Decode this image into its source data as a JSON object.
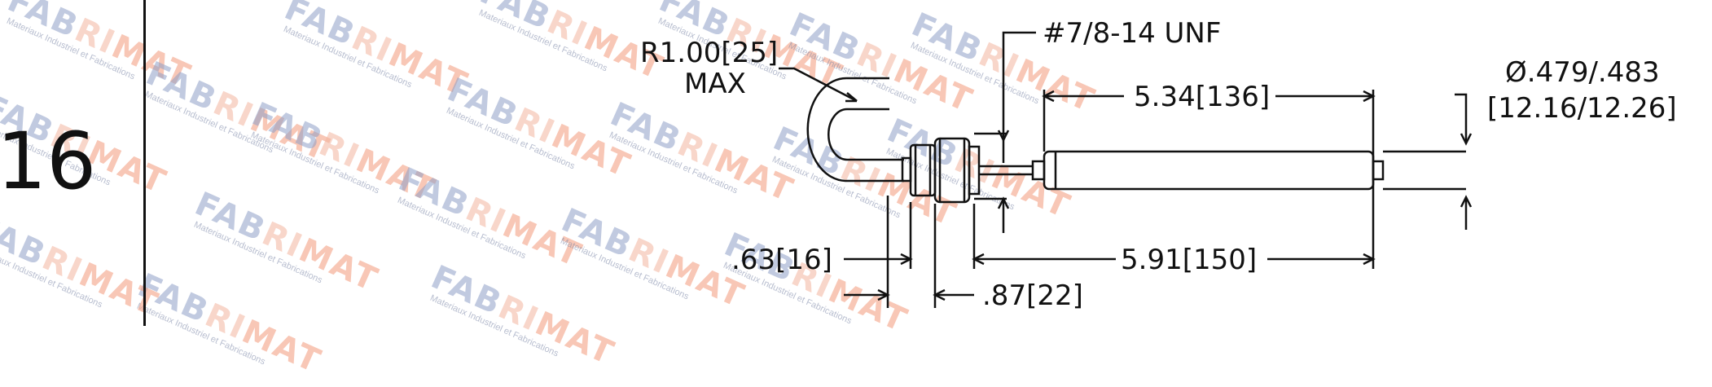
{
  "item_number": "16",
  "watermark": {
    "brand_left": "FAB",
    "brand_mid": "RI",
    "brand_right": "MAT",
    "tagline": "Materiaux Industriel et Fabrications",
    "colors": {
      "blue": "#8fa0c8",
      "orange": "#f39a7c"
    }
  },
  "dimensions": {
    "thread": "#7/8-14 UNF",
    "bend_radius": "R1.00[25]",
    "bend_radius_qualifier": "MAX",
    "probe_length": "5.34[136]",
    "diameter_in": "Ø.479/.483",
    "diameter_mm": "[12.16/12.26]",
    "hex_width": ".63[16]",
    "overall_length": "5.91[150]",
    "nut_height": ".87[22]"
  }
}
